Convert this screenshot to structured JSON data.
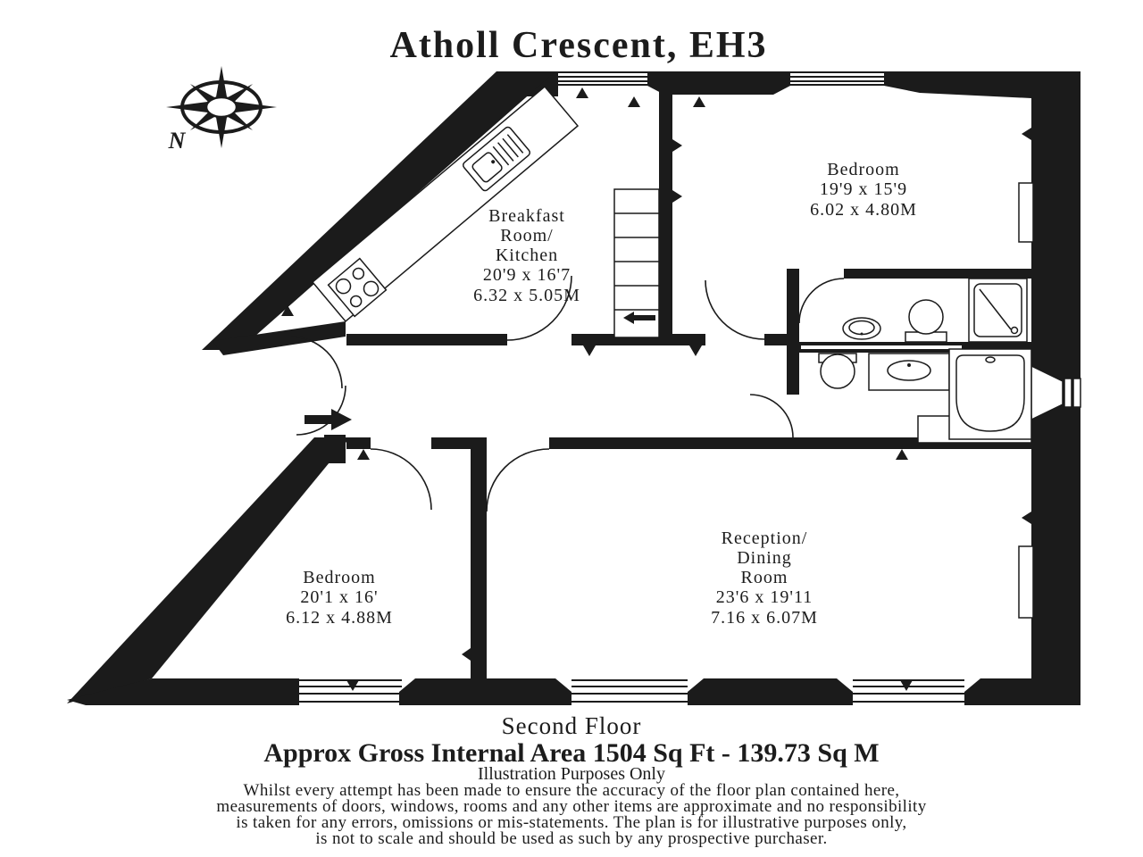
{
  "title": "Atholl Crescent, EH3",
  "compass": {
    "north_label": "N"
  },
  "rooms": {
    "kitchen": {
      "name_line1": "Breakfast",
      "name_line2": "Room/",
      "name_line3": "Kitchen",
      "size_imperial": "20'9 x 16'7",
      "size_metric": "6.32 x 5.05M"
    },
    "bedroom_1": {
      "name": "Bedroom",
      "size_imperial": "19'9 x 15'9",
      "size_metric": "6.02 x 4.80M"
    },
    "bedroom_2": {
      "name": "Bedroom",
      "size_imperial": "20'1 x 16'",
      "size_metric": "6.12 x 4.88M"
    },
    "reception": {
      "name_line1": "Reception/",
      "name_line2": "Dining",
      "name_line3": "Room",
      "size_imperial": "23'6 x 19'11",
      "size_metric": "7.16 x 6.07M"
    }
  },
  "footer": {
    "floor_label": "Second Floor",
    "area_label": "Approx Gross Internal Area  1504 Sq Ft  - 139.73 Sq M",
    "note": "Illustration Purposes Only",
    "disclaimer_line1": "Whilst every attempt has been made to ensure the accuracy of the floor plan contained here,",
    "disclaimer_line2": "measurements of doors, windows, rooms and any other items are approximate and no responsibility",
    "disclaimer_line3": "is taken for any errors, omissions or mis-statements. The plan is for illustrative purposes only,",
    "disclaimer_line4": "is not to scale and should be used as such by any prospective purchaser."
  },
  "colors": {
    "ink": "#1b1b1b",
    "background": "#ffffff"
  }
}
